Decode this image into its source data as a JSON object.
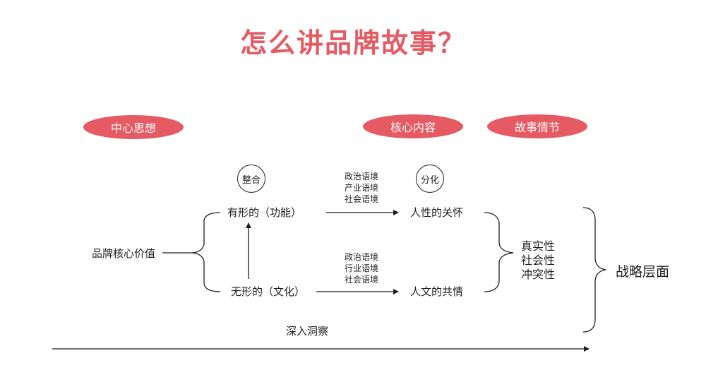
{
  "title": "怎么讲品牌故事？",
  "colors": {
    "accent": "#e55a63",
    "line": "#1e1e1e",
    "text": "#1e1e1e"
  },
  "pills": {
    "core_idea": "中心思想",
    "core_content": "核心内容",
    "story_plot": "故事情节"
  },
  "circles": {
    "integrate": "整合",
    "differentiate": "分化"
  },
  "nodes": {
    "brand_core_value": "品牌核心价值",
    "tangible": "有形的（功能）",
    "intangible": "无形的（文化）",
    "human_care": "人性的关怀",
    "human_resonance": "人文的共情"
  },
  "contexts_top": [
    "政治语境",
    "产业语境",
    "社会语境"
  ],
  "contexts_bottom": [
    "政治语境",
    "行业语境",
    "社会语境"
  ],
  "traits": [
    "真实性",
    "社会性",
    "冲突性"
  ],
  "strategy_label": "战略层面",
  "insight_label": "深入洞察"
}
